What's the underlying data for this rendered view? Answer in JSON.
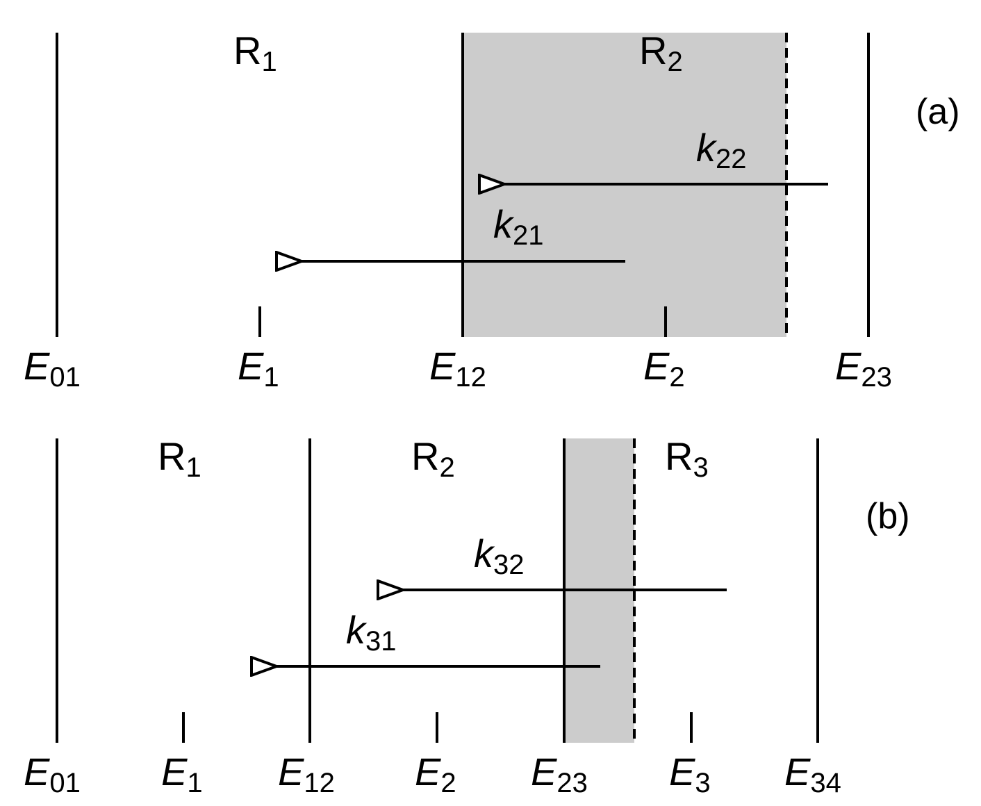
{
  "panel_a": {
    "panel_label": "(a)",
    "regions": [
      {
        "base": "R",
        "sub": "1"
      },
      {
        "base": "R",
        "sub": "2"
      }
    ],
    "energy_labels": [
      {
        "base": "E",
        "sub": "01"
      },
      {
        "base": "E",
        "sub": "1"
      },
      {
        "base": "E",
        "sub": "12"
      },
      {
        "base": "E",
        "sub": "2"
      },
      {
        "base": "E",
        "sub": "23"
      }
    ],
    "arrows": [
      {
        "base": "k",
        "sub": "22"
      },
      {
        "base": "k",
        "sub": "21"
      }
    ]
  },
  "panel_b": {
    "panel_label": "(b)",
    "regions": [
      {
        "base": "R",
        "sub": "1"
      },
      {
        "base": "R",
        "sub": "2"
      },
      {
        "base": "R",
        "sub": "3"
      }
    ],
    "energy_labels": [
      {
        "base": "E",
        "sub": "01"
      },
      {
        "base": "E",
        "sub": "1"
      },
      {
        "base": "E",
        "sub": "12"
      },
      {
        "base": "E",
        "sub": "2"
      },
      {
        "base": "E",
        "sub": "23"
      },
      {
        "base": "E",
        "sub": "3"
      },
      {
        "base": "E",
        "sub": "34"
      }
    ],
    "arrows": [
      {
        "base": "k",
        "sub": "32"
      },
      {
        "base": "k",
        "sub": "31"
      }
    ]
  },
  "colors": {
    "shade": "#cccccc",
    "line": "#000000"
  }
}
